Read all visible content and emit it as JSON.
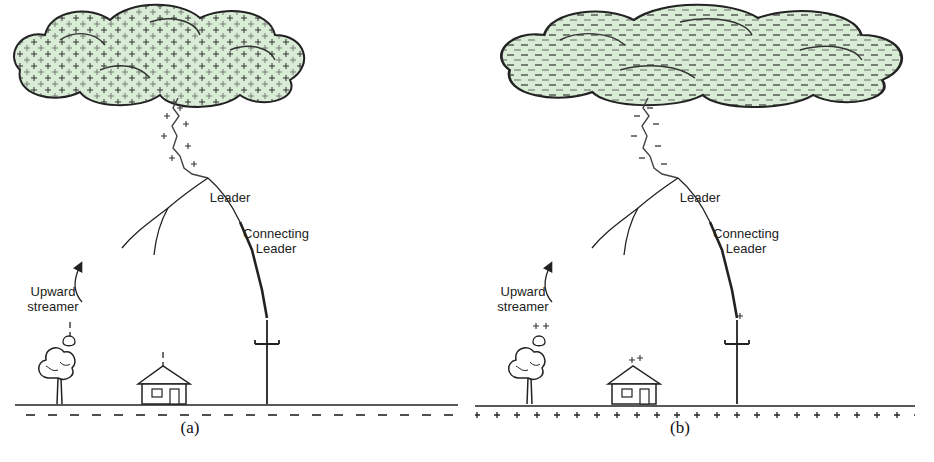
{
  "diagram": {
    "labels": [
      "Leader",
      "Connecting Leader",
      "Upward streamer",
      "(a)",
      "Leader",
      "Connecting Leader",
      "Upward streamer",
      "(b)"
    ]
  }
}
